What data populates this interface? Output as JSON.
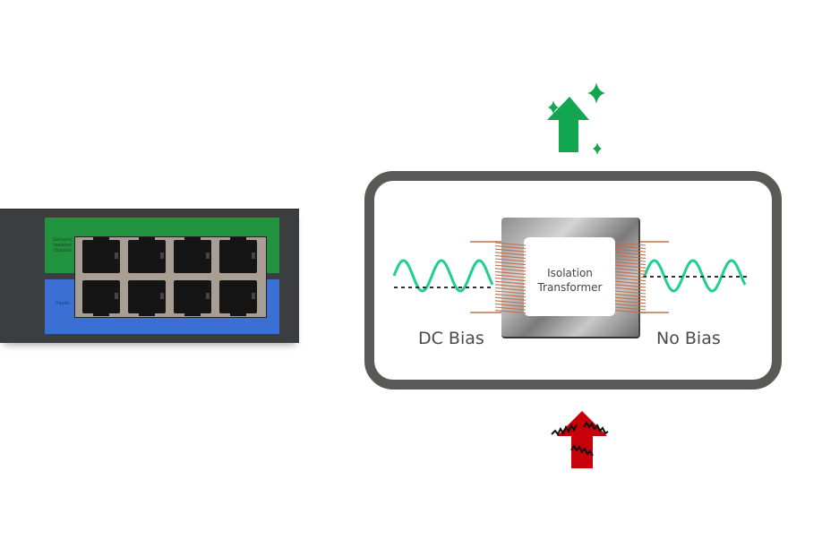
{
  "switch": {
    "outputs_label": "Galvanic Isolated Outputs",
    "inputs_label": "Inputs",
    "port_rows": 2,
    "ports_per_row": 4
  },
  "diagram": {
    "transformer_label_line1": "Isolation",
    "transformer_label_line2": "Transformer",
    "left_caption": "DC Bias",
    "right_caption": "No Bias"
  },
  "icons": {
    "top": "green-up-arrow-with-sparkles-icon",
    "bottom": "red-up-arrow-with-noise-icon"
  },
  "colors": {
    "good": "#12a650",
    "bad": "#c8000a",
    "signal": "#1fcf90",
    "coil": "#c0704c",
    "frame": "#585a58"
  }
}
